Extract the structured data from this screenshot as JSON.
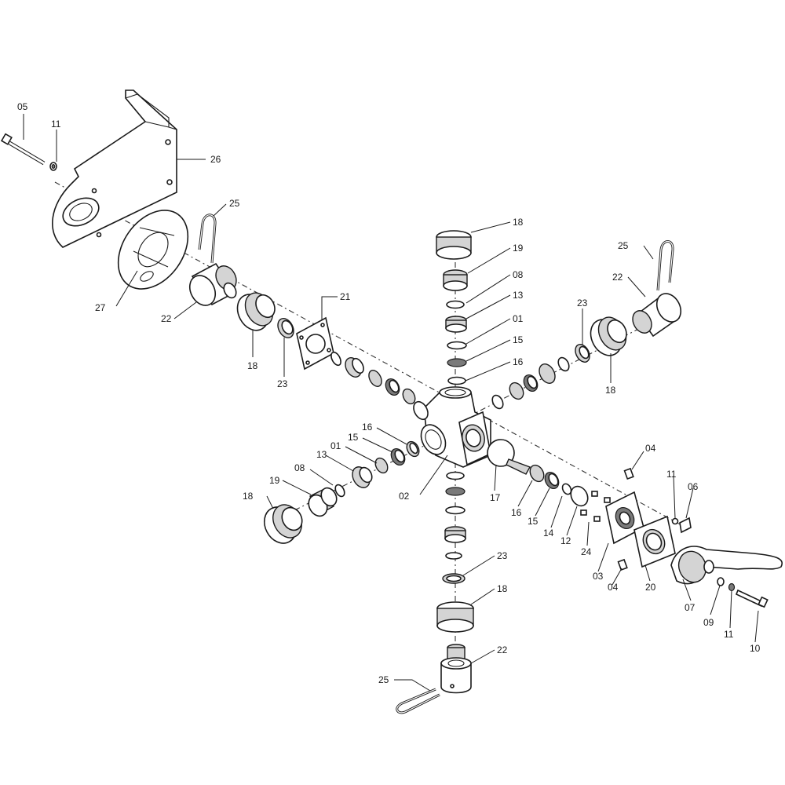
{
  "diagram": {
    "callouts": {
      "c05": "05",
      "c11a": "11",
      "c26": "26",
      "c25a": "25",
      "c27": "27",
      "c22a": "22",
      "c18a": "18",
      "c23a": "23",
      "c21": "21",
      "c18top": "18",
      "c19top": "19",
      "c08top": "08",
      "c13top": "13",
      "c01top": "01",
      "c15top": "15",
      "c16top": "16",
      "c25r": "25",
      "c22r": "22",
      "c23r": "23",
      "c18r": "18",
      "c16l": "16",
      "c15l": "15",
      "c01l": "01",
      "c13l": "13",
      "c08l": "08",
      "c19l": "19",
      "c18l": "18",
      "c02": "02",
      "c17": "17",
      "c16r": "16",
      "c15r": "15",
      "c14": "14",
      "c12": "12",
      "c24": "24",
      "c04a": "04",
      "c04b": "04",
      "c03": "03",
      "c20": "20",
      "c11b": "11",
      "c06": "06",
      "c07": "07",
      "c09": "09",
      "c11c": "11",
      "c10": "10",
      "c23b": "23",
      "c18b": "18",
      "c22b": "22",
      "c25b": "25"
    }
  }
}
